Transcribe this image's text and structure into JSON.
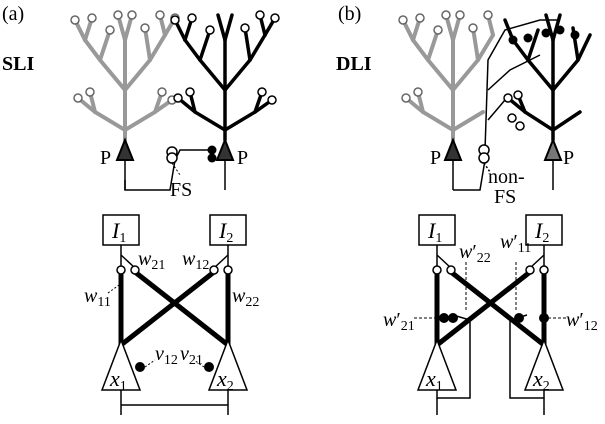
{
  "panels": [
    {
      "tag": "(a)",
      "name": "SLI",
      "neurons": {
        "left": "P",
        "right": "P",
        "inter1": "FS"
      },
      "inputs": [
        {
          "sym": "I",
          "sub": "1"
        },
        {
          "sym": "I",
          "sub": "2"
        }
      ],
      "outputs": [
        {
          "sym": "x",
          "sub": "1"
        },
        {
          "sym": "x",
          "sub": "2"
        }
      ],
      "weights": [
        {
          "sym": "w",
          "sub": "11",
          "prime": ""
        },
        {
          "sym": "w",
          "sub": "21",
          "prime": ""
        },
        {
          "sym": "w",
          "sub": "12",
          "prime": ""
        },
        {
          "sym": "w",
          "sub": "22",
          "prime": ""
        }
      ],
      "inhib": [
        {
          "sym": "v",
          "sub": "12"
        },
        {
          "sym": "v",
          "sub": "21"
        }
      ]
    },
    {
      "tag": "(b)",
      "name": "DLI",
      "neurons": {
        "left": "P",
        "right": "P",
        "inter1": "non-",
        "inter2": "FS"
      },
      "inputs": [
        {
          "sym": "I",
          "sub": "1"
        },
        {
          "sym": "I",
          "sub": "2"
        }
      ],
      "outputs": [
        {
          "sym": "x",
          "sub": "1"
        },
        {
          "sym": "x",
          "sub": "2"
        }
      ],
      "weights": [
        {
          "sym": "w",
          "sub": "22",
          "prime": "′"
        },
        {
          "sym": "w",
          "sub": "11",
          "prime": "′"
        },
        {
          "sym": "w",
          "sub": "21",
          "prime": "′"
        },
        {
          "sym": "w",
          "sub": "12",
          "prime": "′"
        }
      ]
    }
  ]
}
